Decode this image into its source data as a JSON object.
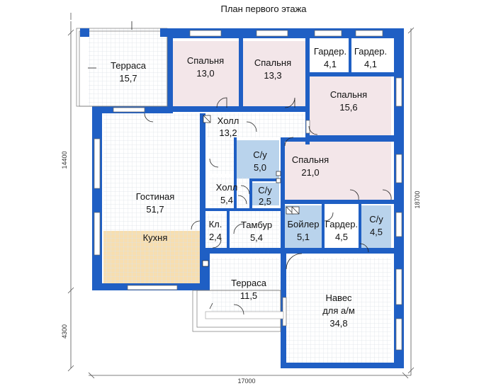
{
  "title": "План первого этажа",
  "rooms": [
    {
      "name": "Терраса",
      "area": "15,7"
    },
    {
      "name": "Спальня",
      "area": "13,0"
    },
    {
      "name": "Спальня",
      "area": "13,3"
    },
    {
      "name": "Гардер.",
      "area": "4,1"
    },
    {
      "name": "Гардер.",
      "area": "4,1"
    },
    {
      "name": "Спальня",
      "area": "15,6"
    },
    {
      "name": "Холл",
      "area": "13,2"
    },
    {
      "name": "С/у",
      "area": "5,0"
    },
    {
      "name": "Спальня",
      "area": "21,0"
    },
    {
      "name": "Гостиная",
      "area": "51,7"
    },
    {
      "name": "Холл",
      "area": "5,4"
    },
    {
      "name": "С/у",
      "area": "2,5"
    },
    {
      "name": "Кл.",
      "area": "2,4"
    },
    {
      "name": "Тамбур",
      "area": "5,4"
    },
    {
      "name": "Бойлер",
      "area": "5,1"
    },
    {
      "name": "Гардер.",
      "area": "4,5"
    },
    {
      "name": "С/у",
      "area": "4,5"
    },
    {
      "name": "Кухня",
      "area": ""
    },
    {
      "name": "Терраса",
      "area": "11,5"
    },
    {
      "name": "Навес",
      "area": "34,8",
      "sub": "для а/м"
    }
  ],
  "dimensions": {
    "bottom": "17000",
    "left_main": "14400",
    "left_lower": "4300",
    "right": "18700"
  },
  "colors": {
    "wall": "#1f5fc4",
    "bedroom": "#f3e6e9",
    "bathroom": "#b9d3ec",
    "kitchen": "#f7deb0",
    "grid": "#dde3e8",
    "plain": "#ffffff"
  }
}
